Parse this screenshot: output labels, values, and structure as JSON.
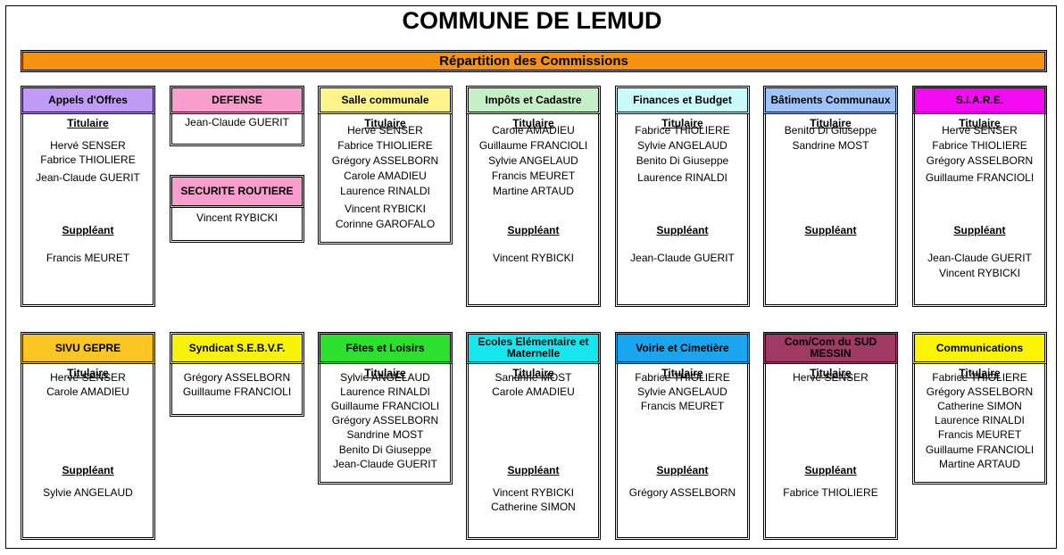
{
  "title": "COMMUNE DE LEMUD",
  "banner": "Répartition des Commissions",
  "labels": {
    "titulaire": "Titulaire",
    "suppleant": "Suppléant"
  },
  "commissions": [
    {
      "name": "Appels d'Offres",
      "color": "#c09bf5",
      "titulaires": [
        "Hervé SENSER",
        "Fabrice THIOLIERE",
        "Jean-Claude GUERIT"
      ],
      "suppleants": [
        "Francis MEURET"
      ]
    },
    {
      "name": "DEFENSE",
      "color": "#f89dcc",
      "titulaires": [
        "Jean-Claude GUERIT"
      ],
      "suppleants": []
    },
    {
      "name": "SECURITE ROUTIERE",
      "color": "#f89dcc",
      "titulaires": [
        "Vincent RYBICKI"
      ],
      "suppleants": []
    },
    {
      "name": "Salle communale",
      "color": "#fdf58a",
      "titulaires": [
        "Hervé SENSER",
        "Fabrice THIOLIERE",
        "Grégory ASSELBORN",
        "Carole AMADIEU",
        "Laurence RINALDI",
        "Vincent RYBICKI",
        "Corinne GAROFALO"
      ],
      "suppleants": []
    },
    {
      "name": "Impôts et Cadastre",
      "color": "#c5f0c7",
      "titulaires": [
        "Carole AMADIEU",
        "Guillaume FRANCIOLI",
        "Sylvie ANGELAUD",
        "Francis MEURET",
        "Martine ARTAUD"
      ],
      "suppleants": [
        "Vincent RYBICKI"
      ]
    },
    {
      "name": "Finances et Budget",
      "color": "#c9fbfb",
      "titulaires": [
        "Fabrice THIOLIERE",
        "Sylvie ANGELAUD",
        "Benito Di Giuseppe",
        "Laurence RINALDI"
      ],
      "suppleants": [
        "Jean-Claude GUERIT"
      ]
    },
    {
      "name": "Bâtiments Communaux",
      "color": "#9ec4f7",
      "titulaires": [
        "Benito Di Giuseppe",
        "Sandrine MOST"
      ],
      "suppleants": []
    },
    {
      "name": "S.I.A.R.E.",
      "color": "#f30cf1",
      "titulaires": [
        "Hervé SENSER",
        "Fabrice THIOLIERE",
        "Grégory ASSELBORN",
        "Guillaume FRANCIOLI"
      ],
      "suppleants": [
        "Jean-Claude GUERIT",
        "Vincent RYBICKI"
      ]
    },
    {
      "name": "SIVU GEPRE",
      "color": "#fbc624",
      "titulaires": [
        "Hervé SENSER",
        "Carole AMADIEU"
      ],
      "suppleants": [
        "Sylvie ANGELAUD"
      ]
    },
    {
      "name": "Syndicat S.E.B.V.F.",
      "color": "#f7f20a",
      "titulaires": [
        "Grégory ASSELBORN",
        "Guillaume FRANCIOLI"
      ],
      "suppleants": []
    },
    {
      "name": "Fêtes et Loisirs",
      "color": "#2ee02e",
      "titulaires": [
        "Sylvie ANGELAUD",
        "Laurence RINALDI",
        "Guillaume FRANCIOLI",
        "Grégory ASSELBORN",
        "Sandrine MOST",
        "Benito Di Giuseppe",
        "Jean-Claude GUERIT"
      ],
      "suppleants": []
    },
    {
      "name": "Ecoles Elémentaire et Maternelle",
      "color": "#14e8ee",
      "titulaires": [
        "Sandrine MOST",
        "Carole AMADIEU"
      ],
      "suppleants": [
        "Vincent RYBICKI",
        "Catherine SIMON"
      ]
    },
    {
      "name": "Voirie et Cimetière",
      "color": "#1aa5ee",
      "titulaires": [
        "Fabrice THIOLIERE",
        "Sylvie ANGELAUD",
        "Francis MEURET"
      ],
      "suppleants": [
        "Grégory ASSELBORN"
      ]
    },
    {
      "name": "Com/Com du SUD MESSIN",
      "color": "#a03a64",
      "titulaires": [
        "Hervé SENSER"
      ],
      "suppleants": [
        "Fabrice THIOLIERE"
      ]
    },
    {
      "name": "Communications",
      "color": "#fbf503",
      "titulaires": [
        "Fabrice THIOLIERE",
        "Grégory ASSELBORN",
        "Catherine SIMON",
        "Laurence RINALDI",
        "Francis MEURET",
        "Guillaume FRANCIOLI",
        "Martine ARTAUD"
      ],
      "suppleants": []
    }
  ]
}
